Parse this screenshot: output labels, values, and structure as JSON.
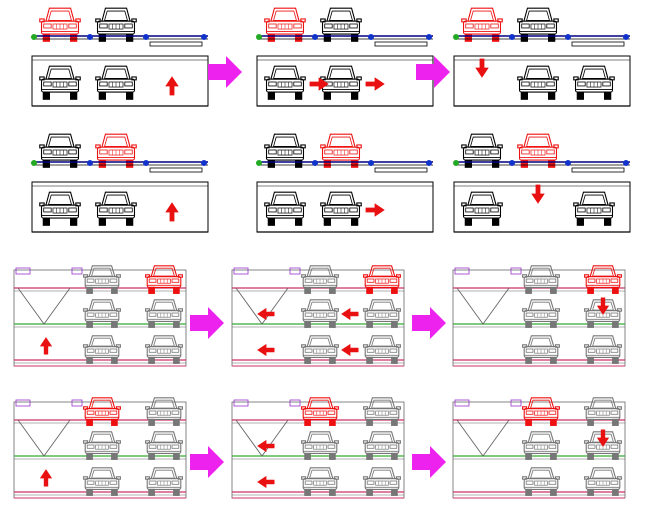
{
  "figure": {
    "rows": [
      {
        "style": "simple",
        "panels": [
          {
            "upper": [
              "red",
              "black",
              null
            ],
            "lower": [
              "black",
              "black",
              null
            ],
            "arrows": [
              "up-2"
            ]
          },
          {
            "upper": [
              "red",
              "black",
              null
            ],
            "lower": [
              "black",
              "black",
              null
            ],
            "arrows": [
              "right-0",
              "right-1"
            ]
          },
          {
            "upper": [
              "red",
              "black",
              null
            ],
            "lower": [
              null,
              "black",
              "black"
            ],
            "arrows": [
              "down-0"
            ]
          }
        ],
        "flow_arrows": 2
      },
      {
        "style": "simple",
        "panels": [
          {
            "upper": [
              "black",
              "red",
              null
            ],
            "lower": [
              "black",
              "black",
              null
            ],
            "arrows": [
              "up-2"
            ]
          },
          {
            "upper": [
              "black",
              "red",
              null
            ],
            "lower": [
              "black",
              "black",
              null
            ],
            "arrows": [
              "right-1"
            ]
          },
          {
            "upper": [
              "black",
              "red",
              null
            ],
            "lower": [
              "black",
              null,
              "black"
            ],
            "arrows": [
              "down-1"
            ]
          }
        ],
        "flow_arrows": 0
      },
      {
        "style": "triple",
        "panels": [
          {
            "tiers": [
              [
                "gray",
                "red"
              ],
              [
                "gray",
                "gray"
              ],
              [
                "gray",
                "gray"
              ]
            ],
            "arrows": [
              "up-0"
            ],
            "shift": 1
          },
          {
            "tiers": [
              [
                "gray",
                "red"
              ],
              [
                "gray",
                "gray"
              ],
              [
                "gray",
                "gray"
              ]
            ],
            "arrows": [
              "left-0-mid",
              "left-1-mid",
              "left-0-low",
              "left-1-low"
            ],
            "shift": 1
          },
          {
            "tiers": [
              [
                "gray",
                "red"
              ],
              [
                "gray",
                "gray"
              ],
              [
                "gray",
                "gray"
              ]
            ],
            "arrows": [
              "down-1-top"
            ],
            "shift": 1
          }
        ],
        "flow_arrows": 2
      },
      {
        "style": "triple",
        "panels": [
          {
            "tiers": [
              [
                "red",
                "gray"
              ],
              [
                "gray",
                "gray"
              ],
              [
                "gray",
                "gray"
              ]
            ],
            "arrows": [
              "up-0"
            ],
            "shift": 1
          },
          {
            "tiers": [
              [
                "red",
                "gray"
              ],
              [
                "gray",
                "gray"
              ],
              [
                "gray",
                "gray"
              ]
            ],
            "arrows": [
              "left-0-mid",
              "left-0-low"
            ],
            "shift": 1
          },
          {
            "tiers": [
              [
                "red",
                "gray"
              ],
              [
                "gray",
                "gray"
              ],
              [
                "gray",
                "gray"
              ]
            ],
            "arrows": [
              "down-1-top"
            ],
            "shift": 1
          }
        ],
        "flow_arrows": 2
      }
    ]
  },
  "colors": {
    "highlight_car": "#ee1111",
    "normal_car": "#000000",
    "muted_car": "#777777",
    "rail": "#000080",
    "arrow_red": "#e81010",
    "flow_arrow": "#ee22ee",
    "structure": "#666666",
    "platform_pink": "#cc3366",
    "platform_green": "#33aa33"
  }
}
